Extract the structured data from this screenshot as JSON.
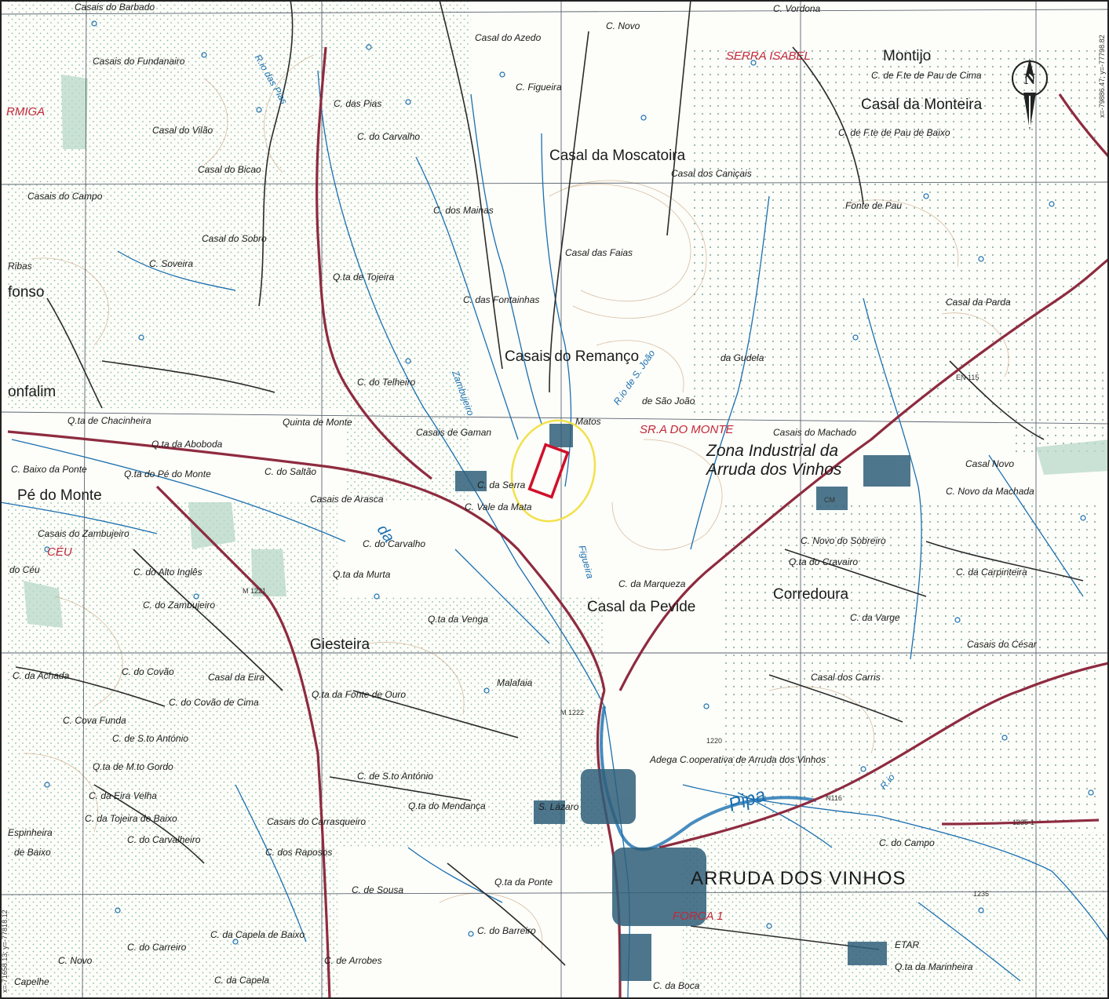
{
  "map": {
    "colors": {
      "background": "#fdfdf9",
      "grid": "#3f4a5a",
      "road_main": "#8e2b3f",
      "road_secondary": "#2b2b2b",
      "water": "#1a6fb0",
      "contour": "#b88a5c",
      "vegetation": "#2f8a5a",
      "open_area": "#b7d8c8",
      "built_up": "#2f5f7a",
      "highlight_red": "#d0102a",
      "highlight_yellow": "#f2e14a",
      "red_label": "#c2283a"
    },
    "compass_letter": "N",
    "edge_labels": {
      "top_right": "x=-79886.47; y=-77798.82",
      "left_side": "x=-71658.13; y=-77818.12"
    },
    "labels": {
      "casais_do_barbado": "Casais do Barbado",
      "casais_do_fundanairo": "Casais do Fundanairo",
      "ermiga": "RMIGA",
      "casal_do_vilao": "Casal do Vilão",
      "casal_do_bicao": "Casal do Bicao",
      "casais_do_campo": "Casais do Campo",
      "casal_do_sobro": "Casal do Sobro",
      "ribas": "Ribas",
      "c_soveira": "C. Soveira",
      "fonso": "fonso",
      "quinta_de_tojeira": "Q.ta de Tojeira",
      "c_das_pias": "C. das Pias",
      "c_do_carvalho_top": "C. do Carvalho",
      "c_dos_mainas": "C. dos Mainas",
      "casal_do_azedo": "Casal do Azedo",
      "c_novo_top": "C. Novo",
      "c_vordona": "C. Vordona",
      "c_figueira": "C. Figueira",
      "serra_isabel": "SERRA ISABEL",
      "montijo": "Montijo",
      "c_de_fte_de_pau_de_cima": "C. de F.te de Pau de Cima",
      "casal_da_monteira": "Casal da Monteira",
      "c_de_fte_de_pau_de_baixo": "C. de F.te de Pau de Baixo",
      "casal_da_moscatoira": "Casal da Moscatoira",
      "casal_dos_canicais": "Casal dos Caniçais",
      "fonte_de_pau": "Fonte de Pau",
      "casal_das_faias": "Casal das Faias",
      "c_das_fontainhas": "C. das Fontainhas",
      "casal_da_parda": "Casal da Parda",
      "casais_do_remanco": "Casais do Remanço",
      "da_gudela": "da Gudela",
      "c_do_telheiro": "C. do Telheiro",
      "de_sao_joao": "de São João",
      "onfalim": "onfalim",
      "qta_de_chacinheira": "Q.ta de Chacinheira",
      "quinta_de_monte": "Quinta de Monte",
      "casais_de_gaman": "Casais de Gaman",
      "matos": "Matos",
      "sra_do_monte": "SR.A DO MONTE",
      "casais_do_machado": "Casais do Machado",
      "qta_da_aboboda": "Q.ta da Aboboda",
      "c_baixo_da_ponte": "C. Baixo da Ponte",
      "qta_do_pe_do_monte": "Q.ta do Pé do Monte",
      "c_do_saltao": "C. do Saltão",
      "zona_industrial_1": "Zona Industrial da",
      "zona_industrial_2": "Arruda dos Vinhos",
      "casal_novo": "Casal Novo",
      "c_novo_da_machada": "C. Novo da Machada",
      "pe_do_monte": "Pé do Monte",
      "casais_de_arasca": "Casais de Arasca",
      "c_da_serra": "C. da Serra",
      "c_vale_da_mata": "C. Vale da Mata",
      "casais_do_zambujeiro": "Casais do Zambujeiro",
      "ceu": "CÉU",
      "do_ceu": "do Céu",
      "c_do_carvalho_mid": "C. do Carvalho",
      "c_novo_do_sobreiro": "C. Novo do Sobreiro",
      "qta_do_cravairo": "Q.ta do Cravairo",
      "c_da_carpinteira": "C. da Carpinteira",
      "c_do_alto_ingles": "C. do Alto Inglês",
      "qta_da_murta": "Q.ta da Murta",
      "c_da_marqueza": "C. da Marqueza",
      "c_do_zambujeiro": "C. do Zambujeiro",
      "casal_da_pevide": "Casal da Pevide",
      "corredoura": "Corredoura",
      "qta_da_venga": "Q.ta da Venga",
      "c_da_varge": "C. da Varge",
      "giesteira": "Giesteira",
      "casais_do_cesar": "Casais do César",
      "c_da_achada": "C. da Achada",
      "c_do_covao": "C. do Covão",
      "casal_da_eira": "Casal da Eira",
      "qta_da_fonte_de_ouro": "Q.ta da Fonte de Ouro",
      "malafaia": "Malafaia",
      "casal_dos_carris": "Casal dos Carris",
      "c_do_covao_de_cima": "C. do Covão de Cima",
      "c_cova_funda": "C. Cova Funda",
      "c_de_sto_antonio_left": "C. de S.to António",
      "adega": "Adega C.ooperativa de Arruda dos Vinhos",
      "qta_de_mto_gordo": "Q.ta de M.to Gordo",
      "c_de_sto_antonio_mid": "C. de S.to António",
      "c_da_eira_velha": "C. da Eira Velha",
      "qta_do_mendanca": "Q.ta do Mendança",
      "s_lazaro": "S. Lázaro",
      "pipa": "Pipa",
      "espinheira": "Espinheira",
      "c_da_tojeira_de_baixo": "C. da Tojeira de Baixo",
      "casais_do_carrasqueiro": "Casais do Carrasqueiro",
      "c_do_campo": "C. do Campo",
      "de_baixo": "de Baixo",
      "c_do_carvalheiro": "C. do Carvalheiro",
      "c_dos_raposos": "C. dos Raposos",
      "arruda_dos_vinhos": "ARRUDA DOS VINHOS",
      "c_de_sousa": "C. de Sousa",
      "qta_da_ponte": "Q.ta da Ponte",
      "forca_1": "FORCA 1",
      "c_do_barreiro": "C. do Barreiro",
      "c_da_capela_de_baixo": "C. da Capela de Baixo",
      "etar": "ETAR",
      "c_do_carreiro": "C. do Carreiro",
      "c_novo_bottom": "C. Novo",
      "c_de_arrobes": "C. de Arrobes",
      "qta_da_marinheira": "Q.ta da Marinheira",
      "capelhe": "Capelhe",
      "c_da_capela": "C. da Capela",
      "c_da_boca": "C. da Boca",
      "rio_da_sao_joao": "R.io de S. João",
      "rio_das_pias": "R.io das Pias",
      "zambujeiro_stream": "Zambujeiro",
      "da_stream": "da",
      "figueira_stream": "Figueira",
      "rio_stream_left": "R.io"
    },
    "road_refs": [
      "EN 115",
      "M 1222",
      "M 1221",
      "1235-1",
      "N116",
      "CM",
      "1220",
      "1235"
    ]
  }
}
